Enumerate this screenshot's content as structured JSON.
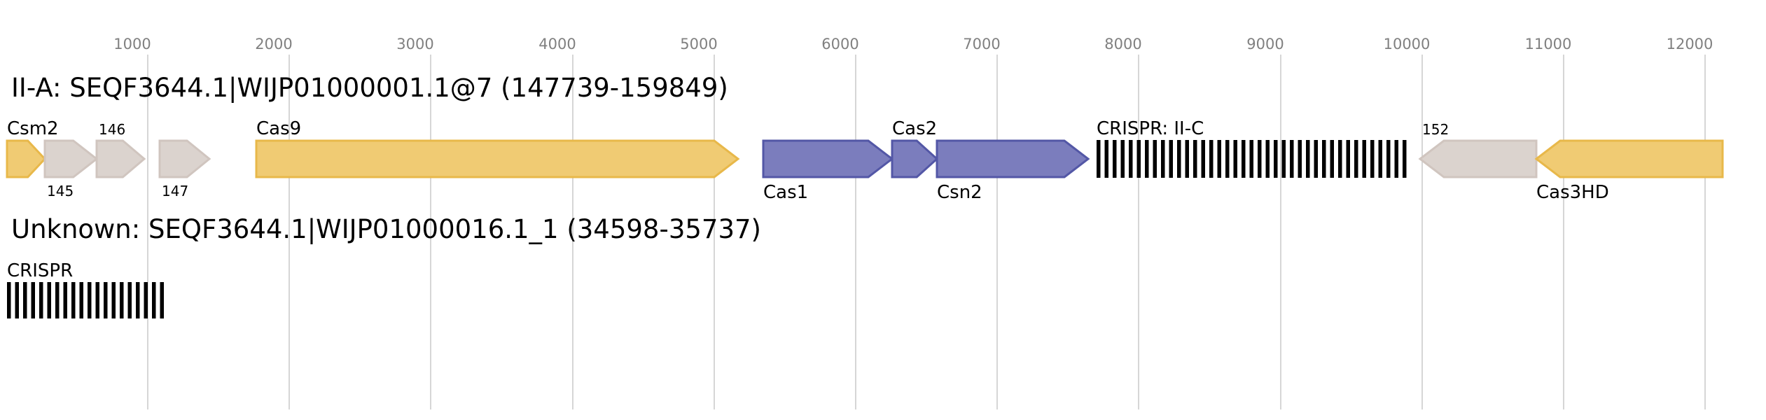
{
  "colors": {
    "yellow_fill": "#f0cb73",
    "yellow_stroke": "#e8b84a",
    "grey_fill": "#dbd3ce",
    "grey_stroke": "#d0c5bf",
    "blue_fill": "#7b7dbd",
    "blue_stroke": "#5357a6",
    "grid": "#c0c0c0",
    "tick_text": "#808080",
    "text": "#000000"
  },
  "axis": {
    "ticks": [
      "1000",
      "2000",
      "3000",
      "4000",
      "5000",
      "6000",
      "7000",
      "8000",
      "9000",
      "10000",
      "11000",
      "12000"
    ]
  },
  "loci": [
    {
      "title": "II-A: SEQF3644.1|WIJP01000001.1@7 (147739-159849)",
      "features": [
        {
          "name": "Csm2",
          "color": "yellow",
          "strand": "+",
          "label_pos": "above",
          "label_size": "large"
        },
        {
          "name": "145",
          "color": "grey",
          "strand": "+",
          "label_pos": "below",
          "label_size": "small"
        },
        {
          "name": "146",
          "color": "grey",
          "strand": "+",
          "label_pos": "above",
          "label_size": "small"
        },
        {
          "name": "147",
          "color": "grey",
          "strand": "+",
          "label_pos": "below",
          "label_size": "small"
        },
        {
          "name": "Cas9",
          "color": "yellow",
          "strand": "+",
          "label_pos": "above",
          "label_size": "large"
        },
        {
          "name": "Cas1",
          "color": "blue",
          "strand": "+",
          "label_pos": "below",
          "label_size": "large"
        },
        {
          "name": "Cas2",
          "color": "blue",
          "strand": "+",
          "label_pos": "above",
          "label_size": "large"
        },
        {
          "name": "Csn2",
          "color": "blue",
          "strand": "+",
          "label_pos": "below",
          "label_size": "large"
        },
        {
          "name": "CRISPR: II-C",
          "type": "crispr",
          "label_pos": "above",
          "label_size": "large"
        },
        {
          "name": "152",
          "color": "grey",
          "strand": "-",
          "label_pos": "above",
          "label_size": "small"
        },
        {
          "name": "Cas3HD",
          "color": "yellow",
          "strand": "-",
          "label_pos": "below",
          "label_size": "large"
        }
      ]
    },
    {
      "title": "Unknown: SEQF3644.1|WIJP01000016.1_1 (34598-35737)",
      "features": [
        {
          "name": "CRISPR",
          "type": "crispr",
          "label_pos": "above",
          "label_size": "large"
        }
      ]
    }
  ]
}
